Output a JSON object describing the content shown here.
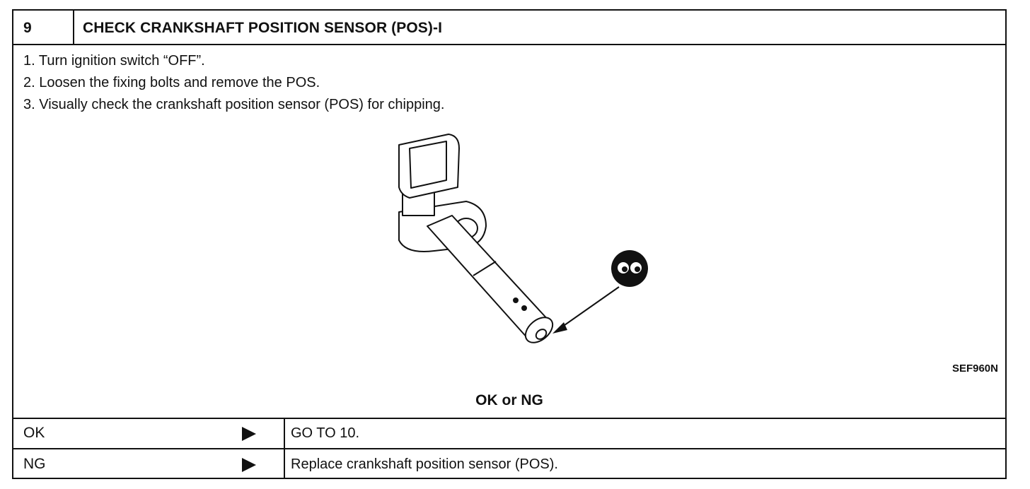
{
  "header": {
    "step_number": "9",
    "title": "CHECK CRANKSHAFT POSITION SENSOR (POS)-I"
  },
  "instructions": [
    "1.  Turn ignition switch “OFF”.",
    "2.  Loosen the fixing bolts and remove the POS.",
    "3.  Visually check the crankshaft position sensor (POS) for chipping."
  ],
  "figure": {
    "reference_code": "SEF960N",
    "inspect_icon": "eyes-inspect-icon"
  },
  "result": {
    "heading": "OK or NG",
    "rows": [
      {
        "label": "OK",
        "action": "GO TO 10."
      },
      {
        "label": "NG",
        "action": "Replace crankshaft position sensor (POS)."
      }
    ]
  }
}
